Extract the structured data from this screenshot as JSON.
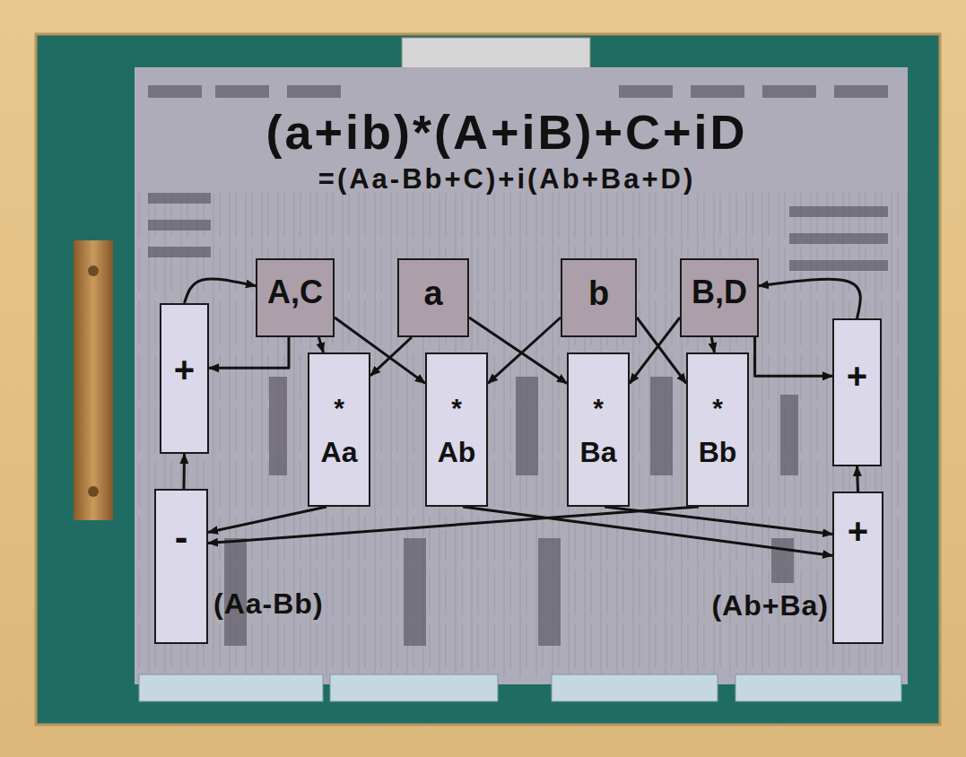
{
  "diagram": {
    "title": "(a+ib)*(A+iB)+C+iD",
    "nodes": [
      {
        "text": [
          "A,C"
        ]
      },
      {
        "text": [
          "a"
        ]
      },
      {
        "text": [
          "b"
        ]
      },
      {
        "text": [
          "B,D"
        ]
      },
      {
        "text": [
          "+"
        ]
      },
      {
        "text": [
          "+"
        ]
      },
      {
        "text": [
          "*",
          "Aa"
        ]
      },
      {
        "text": [
          "*",
          "Ab"
        ]
      },
      {
        "text": [
          "*",
          "Ba"
        ]
      },
      {
        "text": [
          "*",
          "Bb"
        ]
      },
      {
        "text": [
          "-",
          "(Aa-Bb)"
        ]
      },
      {
        "text": [
          "+",
          "(Ab+Ba)"
        ]
      }
    ],
    "edges": [
      {
        "from": 0,
        "to": 6,
        "arrow": "to"
      },
      {
        "from": 0,
        "to": 7,
        "arrow": "to"
      },
      {
        "from": 1,
        "to": 6,
        "arrow": "to"
      },
      {
        "from": 1,
        "to": 8,
        "arrow": "to"
      },
      {
        "from": 2,
        "to": 7,
        "arrow": "to"
      },
      {
        "from": 2,
        "to": 9,
        "arrow": "to"
      },
      {
        "from": 3,
        "to": 8,
        "arrow": "to"
      },
      {
        "from": 3,
        "to": 9,
        "arrow": "to"
      },
      {
        "from": 0,
        "to": 4,
        "arrow": "to"
      },
      {
        "from": 4,
        "to": 0,
        "arrow": "to"
      },
      {
        "from": 3,
        "to": 5,
        "arrow": "to"
      },
      {
        "from": 5,
        "to": 3,
        "arrow": "to"
      },
      {
        "from": 6,
        "to": 10,
        "arrow": "to"
      },
      {
        "from": 9,
        "to": 10,
        "arrow": "to"
      },
      {
        "from": 7,
        "to": 11,
        "arrow": "to"
      },
      {
        "from": 8,
        "to": 11,
        "arrow": "to"
      },
      {
        "from": 10,
        "to": 4,
        "arrow": "to"
      },
      {
        "from": 11,
        "to": 5,
        "arrow": "to"
      }
    ],
    "labels": [
      "=(Aa-Bb+C)+i(Ab+Ba+D)"
    ]
  }
}
